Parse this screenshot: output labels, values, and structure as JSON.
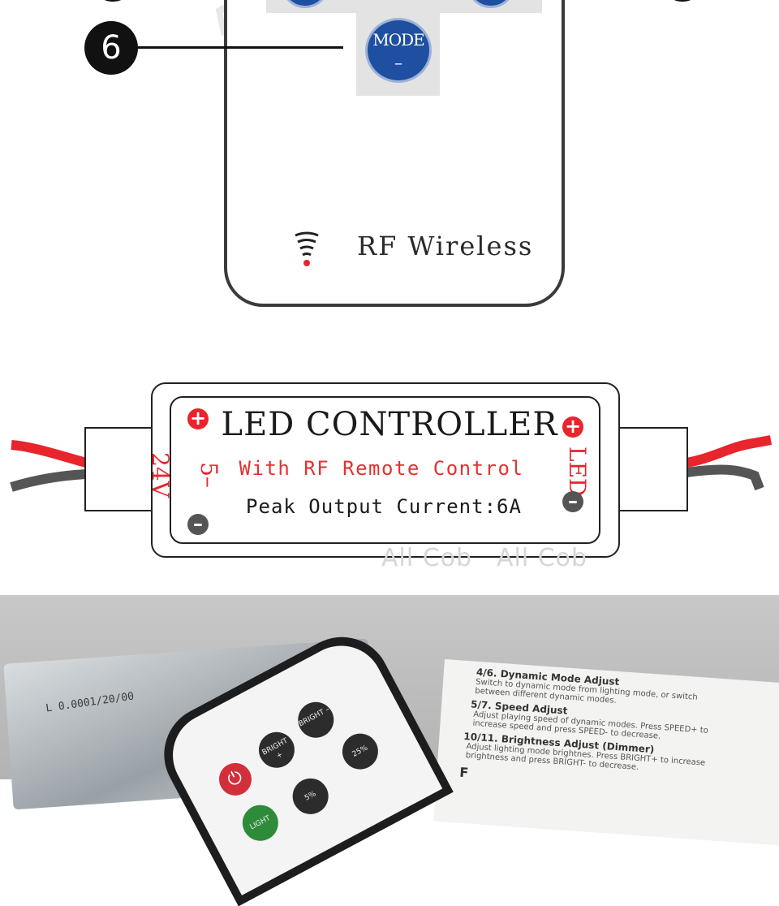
{
  "remote": {
    "mode_label": "MODE",
    "mode_symbol": "–",
    "callout_number": "6",
    "rf_label": "RF Wireless",
    "watermark": "All"
  },
  "controller": {
    "title": "LED CONTROLLER",
    "subtitle": "With RF Remote Control",
    "peak_output": "Peak Output Current:6A",
    "input_label": "5–24V",
    "output_label": "LED",
    "plus_symbol": "+",
    "minus_symbol": "–",
    "watermark_1": "All Cob",
    "watermark_2": "All Cob",
    "colors": {
      "wire_red": "#e8242c",
      "wire_black": "#555555"
    }
  },
  "photo": {
    "bag_text": "L 0.0001/20/00",
    "remote_buttons": [
      "BRIGHT +",
      "BRIGHT –",
      "25%",
      "LIGHT",
      "5%"
    ],
    "manual": [
      {
        "heading": "4/6. Dynamic Mode Adjust",
        "lines": [
          "Switch to dynamic mode from lighting mode, or switch",
          "between different dynamic modes."
        ]
      },
      {
        "heading": "5/7. Speed Adjust",
        "lines": [
          "Adjust playing speed of dynamic modes. Press SPEED+ to",
          "increase speed and press SPEED- to decrease."
        ]
      },
      {
        "heading": "10/11. Brightness Adjust (Dimmer)",
        "lines": [
          "Adjust lighting mode brightnes. Press BRIGHT+ to increase",
          "brightness and press BRIGHT- to decrease."
        ]
      }
    ],
    "manual_tail": "F"
  }
}
